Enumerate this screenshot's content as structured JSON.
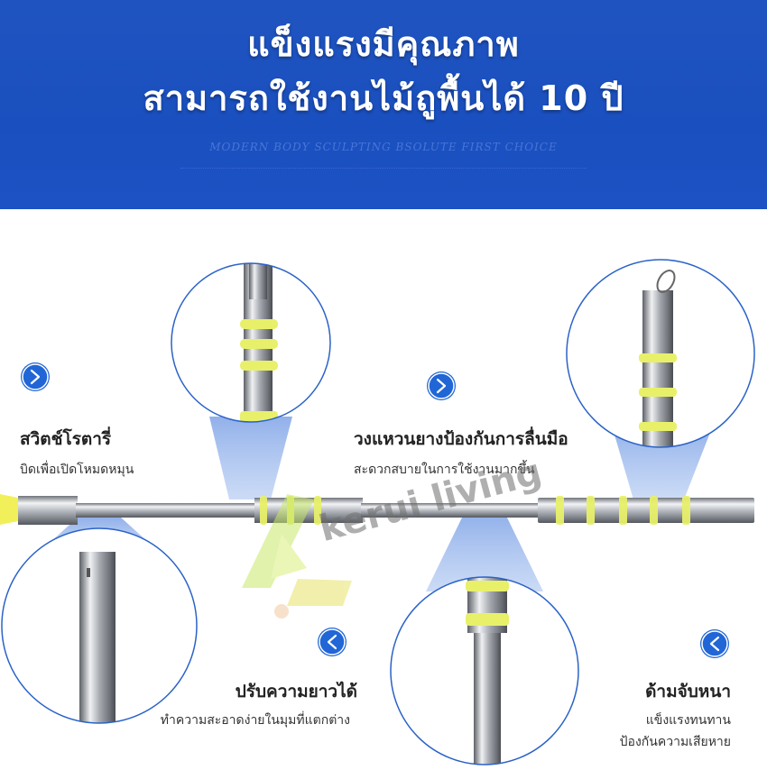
{
  "header": {
    "title_line1": "แข็งแรงมีคุณภาพ",
    "title_line2": "สามารถใช้งานไม้ถูพื้นได้ 10 ปี",
    "subtitle": "MODERN BODY SCULPTING BSOLUTE FIRST CHOICE"
  },
  "features": {
    "rotary_switch": {
      "title": "สวิตช์โรตารี่",
      "desc": "บิดเพื่อเปิดโหมดหมุน"
    },
    "anti_slip_ring": {
      "title": "วงแหวนยางป้องกันการลื่นมือ",
      "desc": "สะดวกสบายในการใช้งานมากขึ้น"
    },
    "adjustable_length": {
      "title": "ปรับความยาวได้",
      "desc": "ทำความสะอาดง่ายในมุมที่แตกต่าง"
    },
    "thick_handle": {
      "title": "ด้ามจับหนา",
      "desc_line1": "แข็งแรงทนทาน",
      "desc_line2": "ป้องกันความเสียหาย"
    }
  },
  "watermark": {
    "text": "kerui living"
  },
  "colors": {
    "header_blue": "#1f54c0",
    "accent_blue": "#2166d6",
    "ring_yellow": "#e8f06a",
    "steel": "#b8bcc2"
  },
  "icons": {
    "right_arrow": "chevron-right-circle-icon",
    "left_arrow": "chevron-left-circle-icon"
  }
}
